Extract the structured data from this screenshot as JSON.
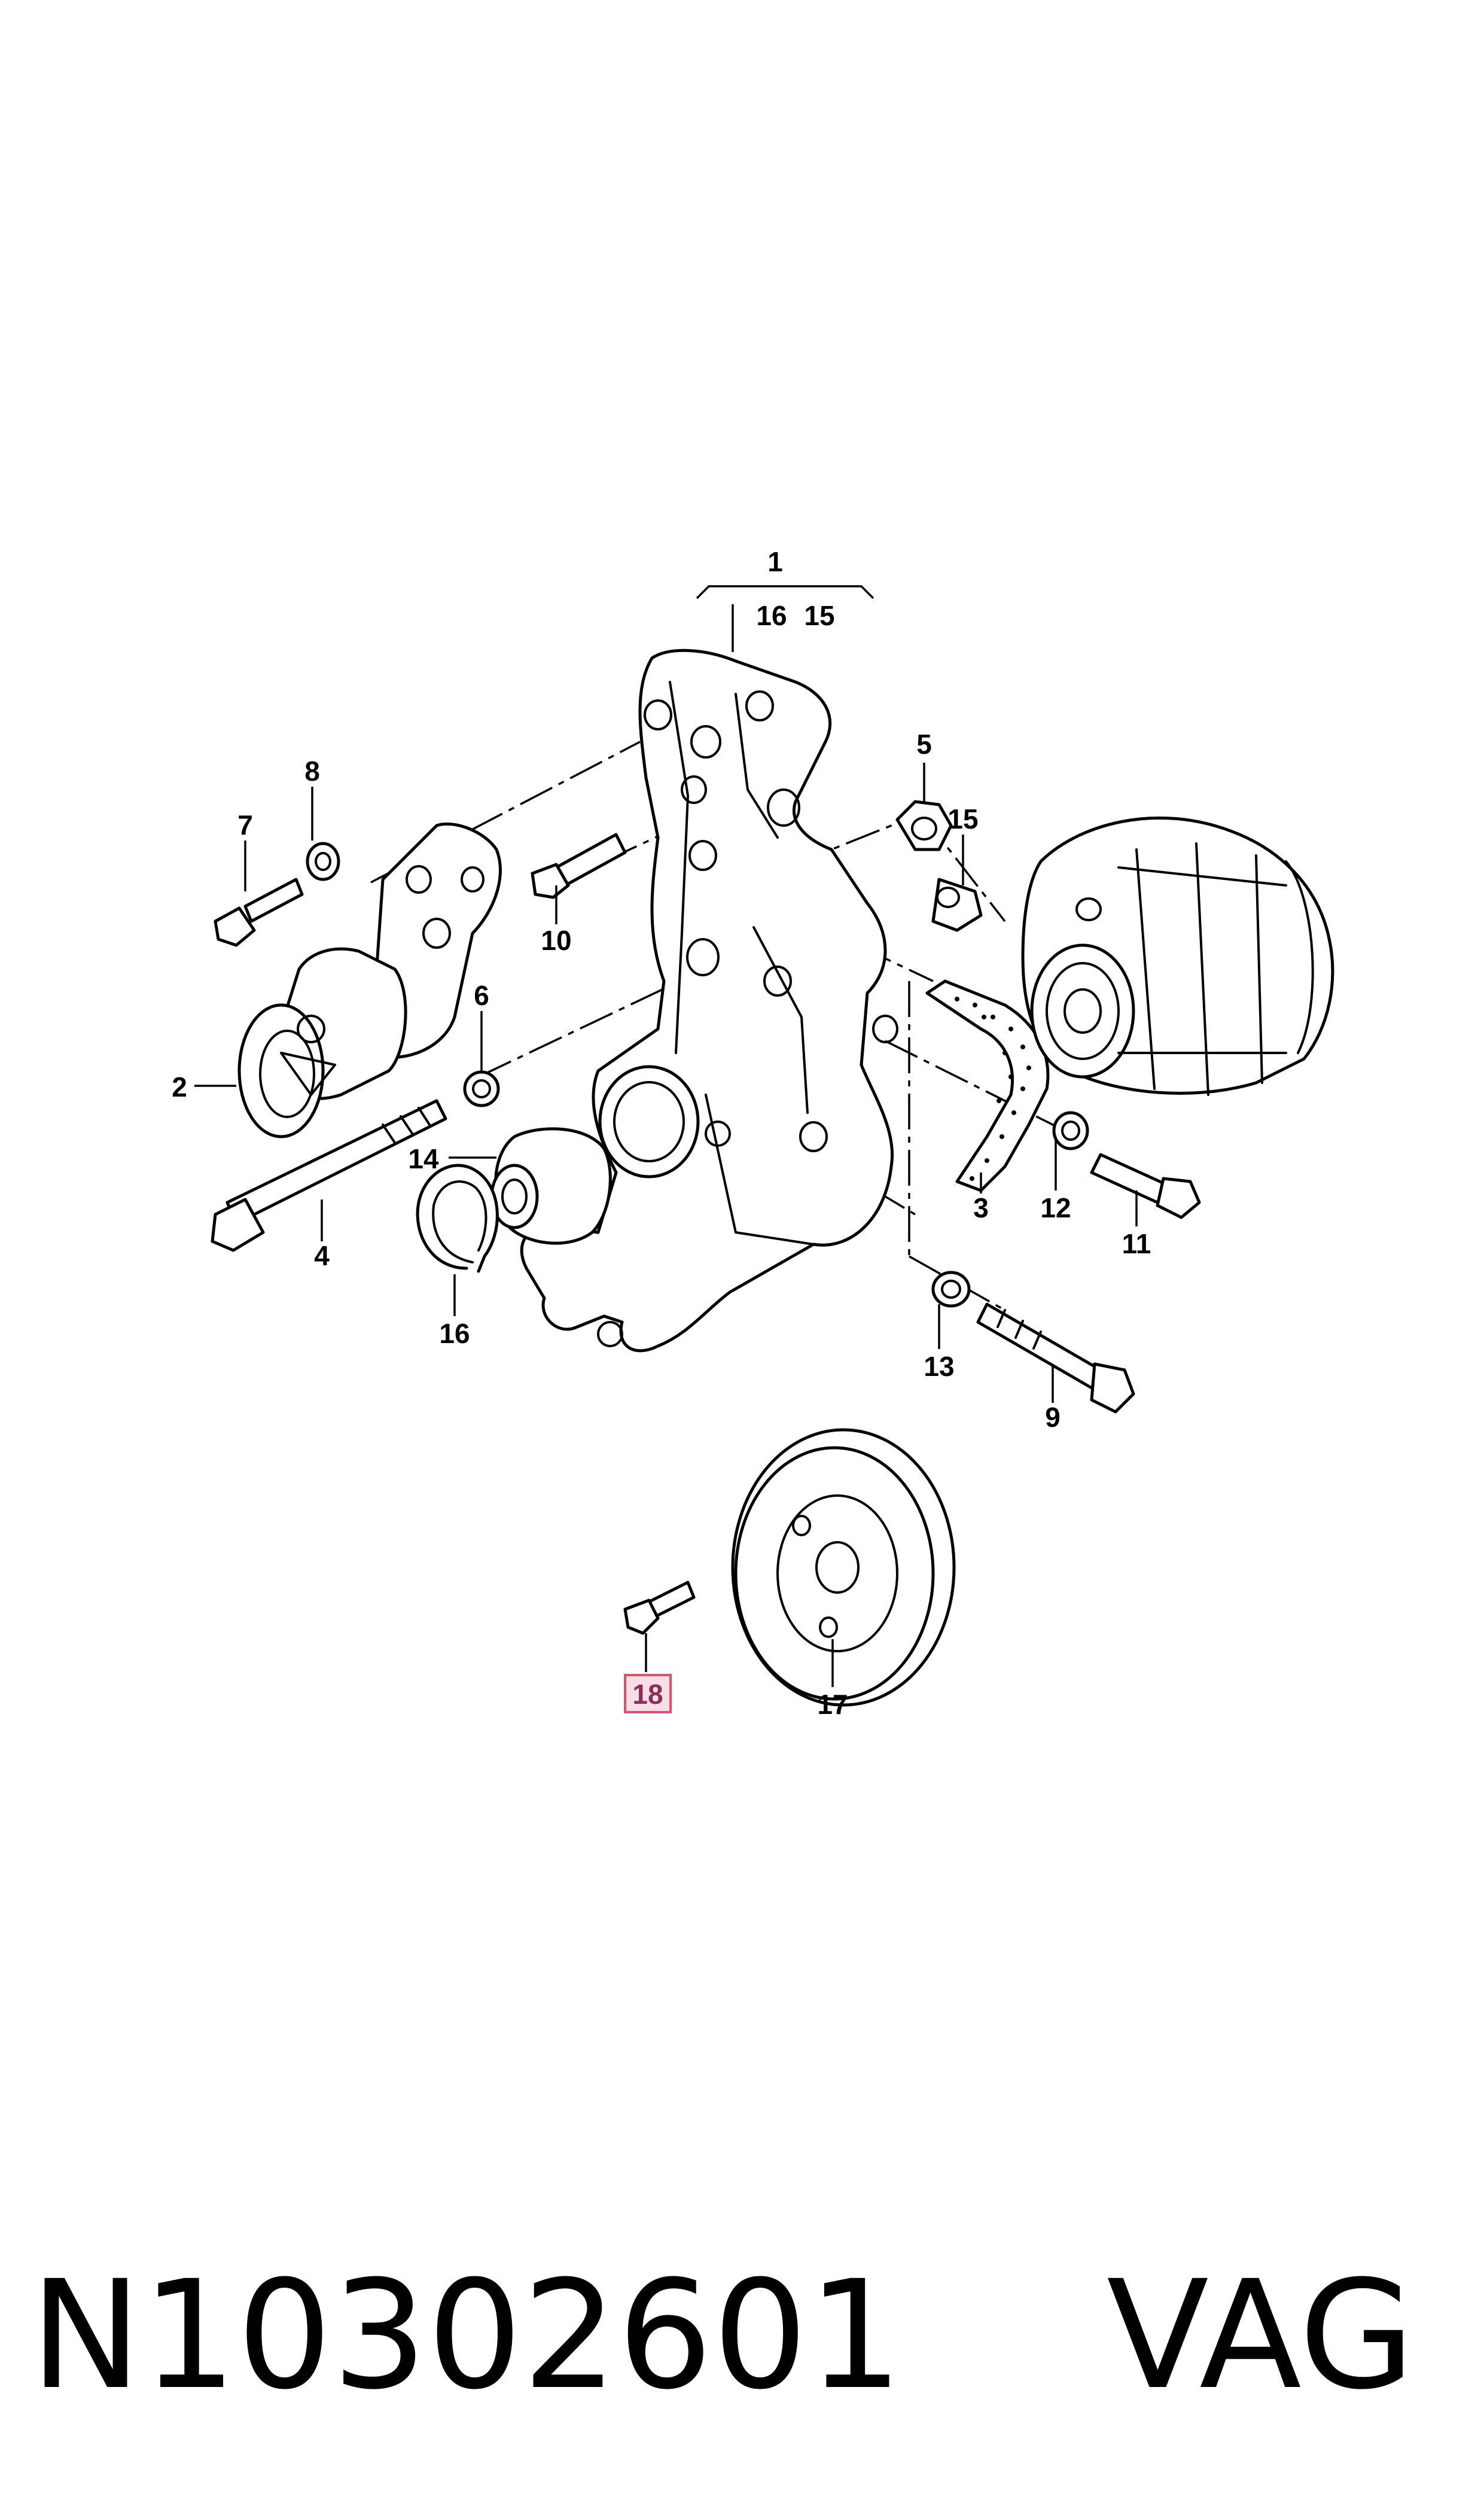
{
  "diagram": {
    "callouts": {
      "c1": "1",
      "c1_sub_a": "16",
      "c1_sub_b": "15",
      "c2": "2",
      "c3": "3",
      "c4": "4",
      "c5": "5",
      "c6": "6",
      "c7": "7",
      "c8": "8",
      "c9": "9",
      "c10": "10",
      "c11": "11",
      "c12": "12",
      "c13": "13",
      "c14": "14",
      "c15": "15",
      "c16": "16",
      "c17": "17",
      "c18": "18"
    },
    "highlighted_callout": "18",
    "highlight_color": "#d9536f"
  },
  "caption": {
    "part_number": "N10302601",
    "brand": "VAG"
  }
}
